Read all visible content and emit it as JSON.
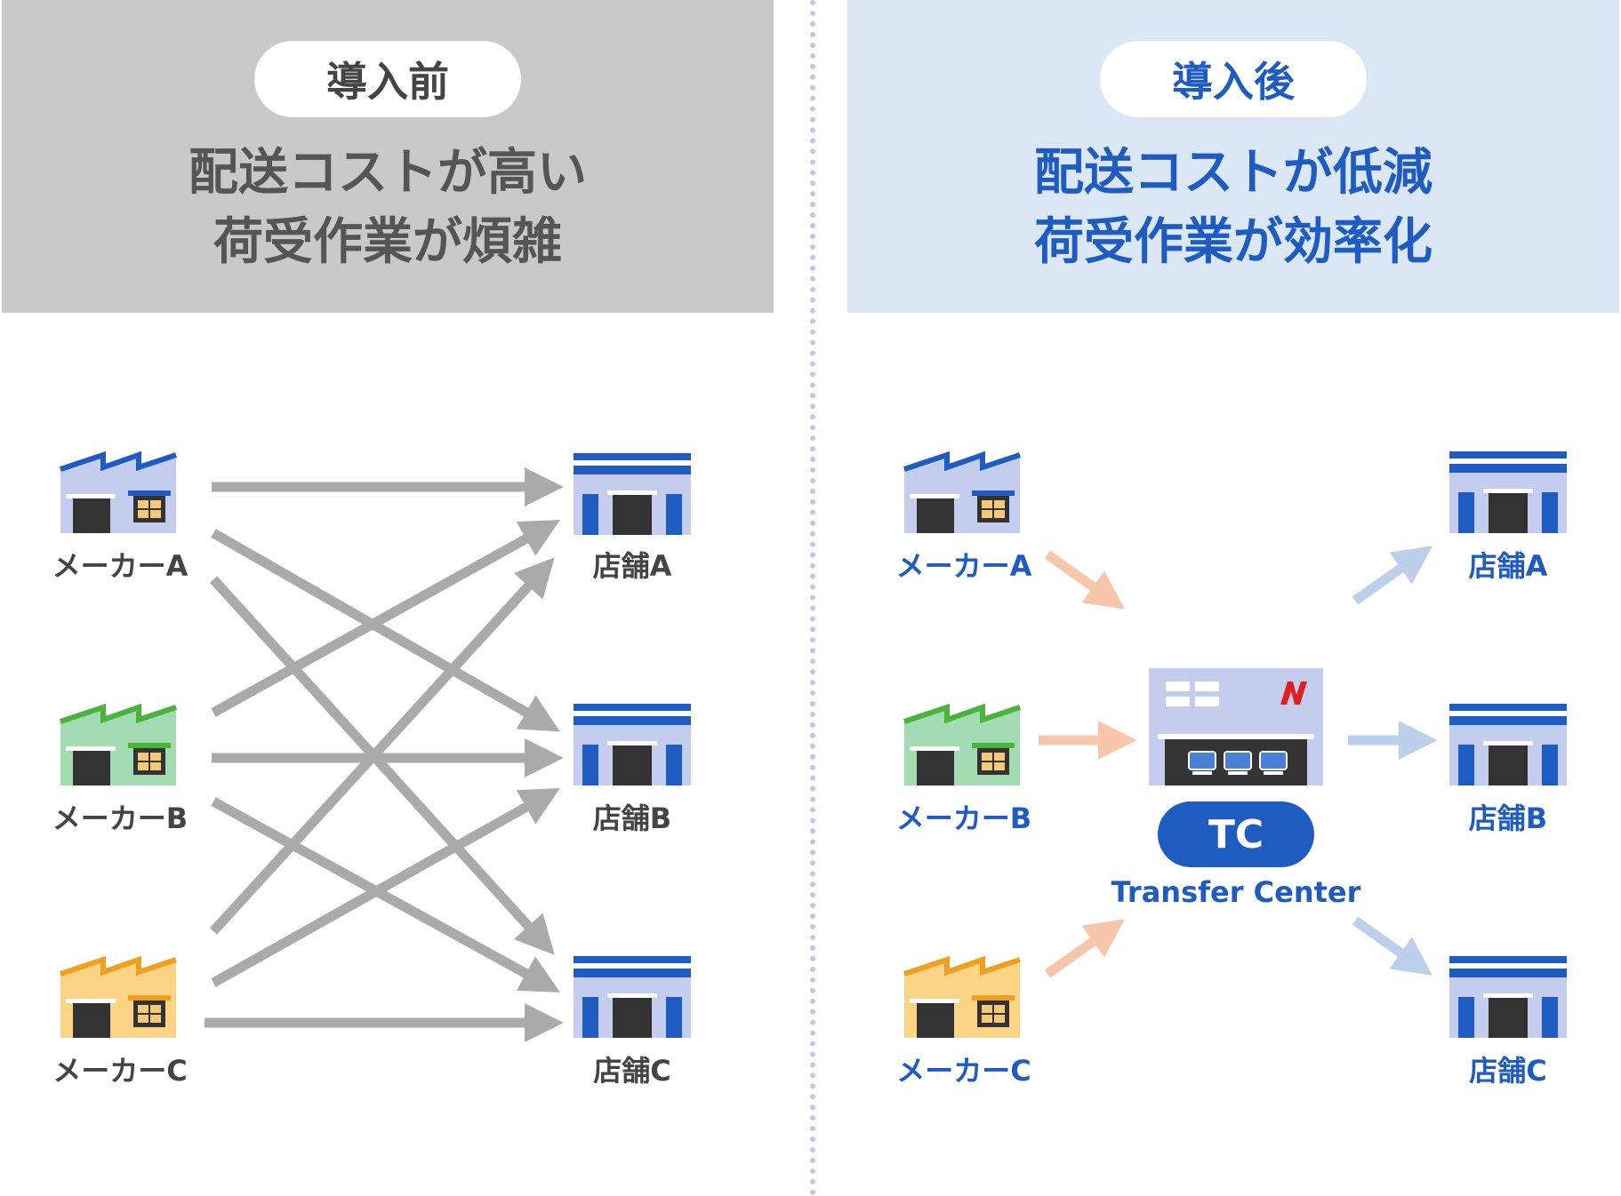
{
  "before": {
    "badge": "導入前",
    "line1": "配送コストが高い",
    "line2": "荷受作業が煩雑",
    "makers": [
      "メーカーA",
      "メーカーB",
      "メーカーC"
    ],
    "stores": [
      "店舗A",
      "店舗B",
      "店舗C"
    ]
  },
  "after": {
    "badge": "導入後",
    "line1": "配送コストが低減",
    "line2": "荷受作業が効率化",
    "makers": [
      "メーカーA",
      "メーカーB",
      "メーカーC"
    ],
    "stores": [
      "店舗A",
      "店舗B",
      "店舗C"
    ],
    "tc_label": "TC",
    "tc_subtitle": "Transfer Center"
  },
  "colors": {
    "blue": "#1f5cc1",
    "lavender": "#c5cdee",
    "green_roof": "#49b33c",
    "green_body": "#a3dcb3",
    "orange_roof": "#f0a020",
    "orange_body": "#fdd385",
    "gray_arrow": "#aaaaaa",
    "peach_arrow": "#f8c7ab",
    "lightblue_arrow": "#bccfeb",
    "dark": "#333333"
  }
}
